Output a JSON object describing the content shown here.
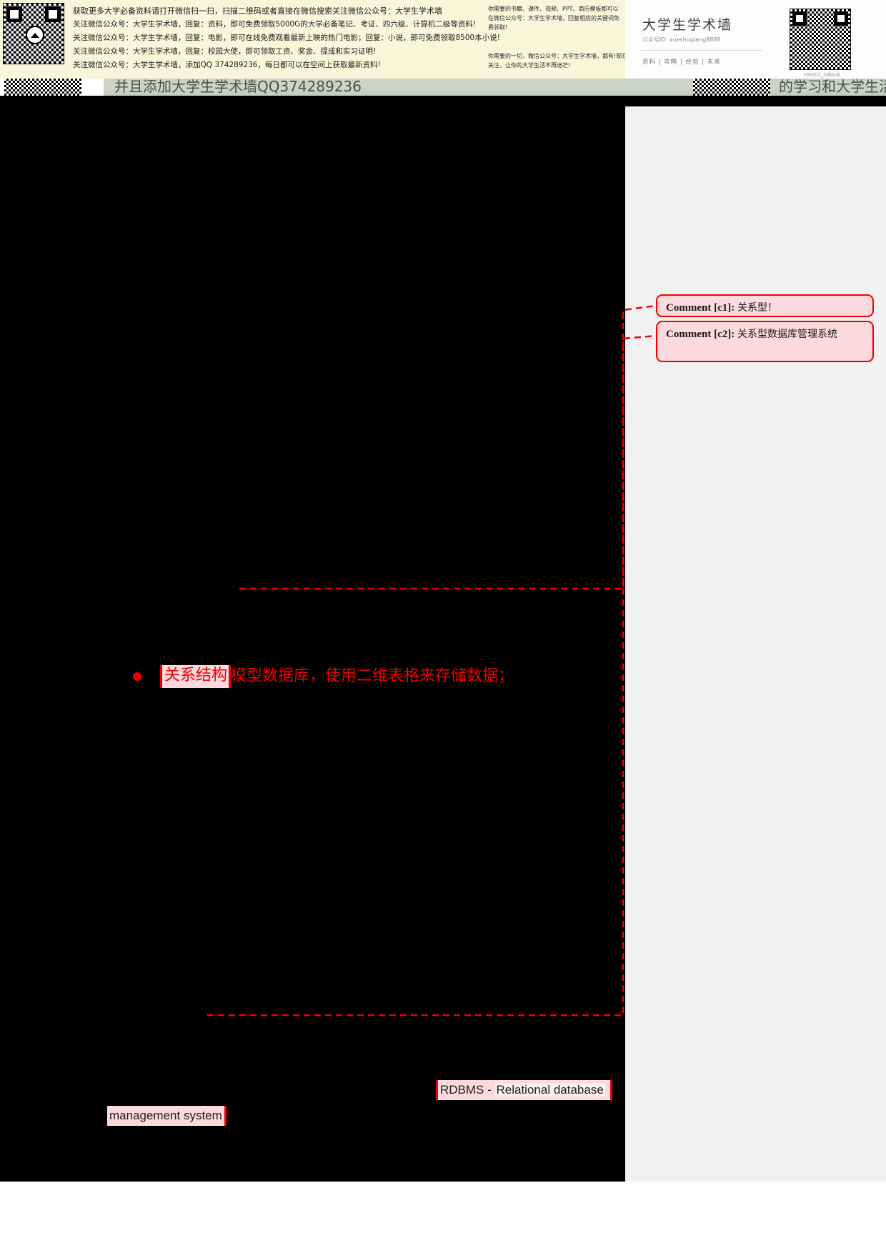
{
  "ad_banner": {
    "qr_left_name": "qr-code",
    "lines": [
      "获取更多大学必备资料请打开微信扫一扫，扫描二维码或者直接在微信搜索关注微信公众号：大学生学术墙",
      "关注微信公众号：大学生学术墙，回复：资料，即可免费领取5000G的大学必备笔记、考证、四六级、计算机二级等资料!",
      "关注微信公众号：大学生学术墙，回复：电影，即可在线免费观看最新上映的热门电影；回复：小说，即可免费领取8500本小说!",
      "关注微信公众号：大学生学术墙，回复：校园大使，即可领取工资、奖金、提成和实习证明!",
      "关注微信公众号：大学生学术墙，添加QQ 374289236，每日都可以在空间上获取最新资料!"
    ],
    "mid_top": "你需要的书籍、课件、视频、PPT、简历模板都可以在微信公众号：大学生学术墙，回复相应的关键词免费领取!",
    "mid_bottom": "你需要的一切，微信公众号：大学生学术墙，都有!现在关注，让你的大学生活不再迷茫!",
    "card": {
      "title": "大学生学术墙",
      "subtitle": "公众号ID: xueshuqiang8888",
      "tags": "资料 | 攻略 | 经验 | 未来",
      "footer": "扫码关注_扫描长按"
    }
  },
  "strip": {
    "text_left": "并且添加大学生学术墙QQ374289236",
    "text_right": "的学习和大学生活！"
  },
  "comments": [
    {
      "label": "Comment [c1]:",
      "text": "关系型！"
    },
    {
      "label": "Comment [c2]:",
      "text": "关系型数据库管理系统"
    }
  ],
  "body": {
    "bullet_highlight": "关系结构",
    "bullet_rest": "模型数据库，使用二维表格来存储数据；",
    "english_line_1_prefix": "RDBMS  -  ",
    "english_line_1_rest": "Relational    database",
    "english_line_2": "management system"
  },
  "colors": {
    "accent_red": "#ee0000",
    "highlight_pink": "#fbd9dd",
    "comment_fill": "#fadadd",
    "margin_gray": "#f1f1f1",
    "banner_yellow": "#f7f6d9"
  }
}
